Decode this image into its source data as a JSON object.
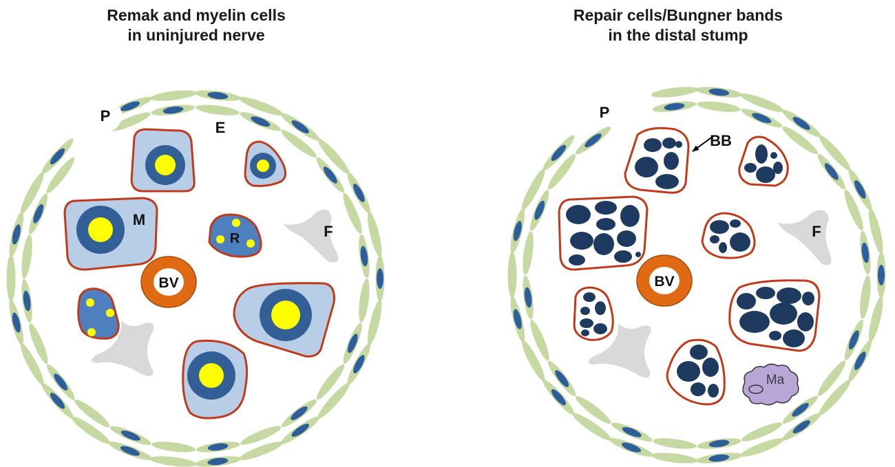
{
  "panels": [
    {
      "title_line1": "Remak and myelin cells",
      "title_line2": "in uninjured nerve",
      "labels": {
        "perineurium": "P",
        "endoneurium": "E",
        "myelin": "M",
        "remak": "R",
        "fibroblast": "F",
        "blood_vessel": "BV"
      }
    },
    {
      "title_line1": "Repair cells/Bungner bands",
      "title_line2": "in the distal stump",
      "labels": {
        "perineurium": "P",
        "bungner_band": "BB",
        "fibroblast": "F",
        "blood_vessel": "BV",
        "macrophage": "Ma"
      }
    }
  ],
  "colors": {
    "perineurial_cell": "#c6d9a3",
    "perineurial_nucleus": "#2e5e9a",
    "schwann_outline": "#c0391b",
    "schwann_cytoplasm": "#b8cde6",
    "myelin": "#335f97",
    "axon": "#ffff00",
    "remak_cell": "#4e7fbf",
    "band_fill": "#1e3a5f",
    "fibroblast": "#d9d9d9",
    "vessel": "#e06a14",
    "macrophage": "#b8a6d6"
  }
}
